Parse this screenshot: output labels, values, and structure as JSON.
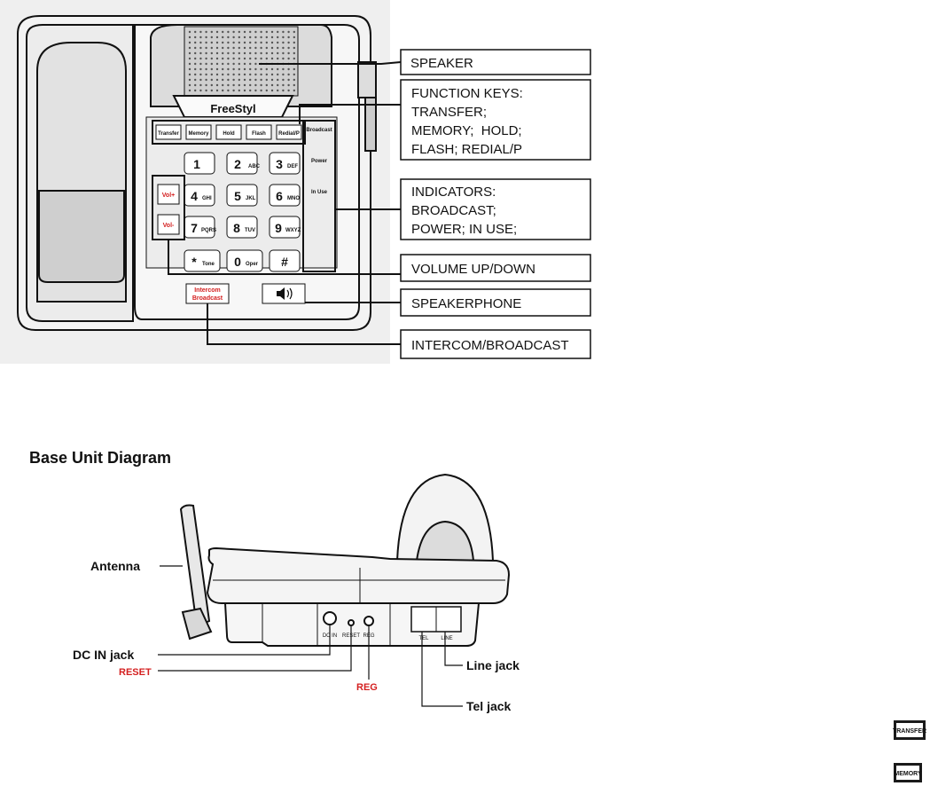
{
  "phone": {
    "brand": "FreeStyl",
    "function_keys": [
      "Transfer",
      "Memory",
      "Hold",
      "Flash",
      "Redial/P"
    ],
    "indicators": [
      "Broadcast",
      "Power",
      "In Use"
    ],
    "keypad": [
      {
        "digit": "1",
        "sub": ""
      },
      {
        "digit": "2",
        "sub": "ABC"
      },
      {
        "digit": "3",
        "sub": "DEF"
      },
      {
        "digit": "4",
        "sub": "GHI"
      },
      {
        "digit": "5",
        "sub": "JKL"
      },
      {
        "digit": "6",
        "sub": "MNO"
      },
      {
        "digit": "7",
        "sub": "PQRS"
      },
      {
        "digit": "8",
        "sub": "TUV"
      },
      {
        "digit": "9",
        "sub": "WXYZ"
      },
      {
        "digit": "*",
        "sub": "Tone"
      },
      {
        "digit": "0",
        "sub": "Oper"
      },
      {
        "digit": "#",
        "sub": ""
      }
    ],
    "vol_up": "Vol+",
    "vol_down": "Vol-",
    "intercom_line1": "Intercom",
    "intercom_line2": "Broadcast"
  },
  "callouts": {
    "speaker": "SPEAKER",
    "function_keys": [
      "FUNCTION KEYS:",
      "TRANSFER;",
      "MEMORY;  HOLD;",
      "FLASH; REDIAL/P"
    ],
    "indicators": [
      "INDICATORS:",
      "BROADCAST;",
      "POWER; IN USE;"
    ],
    "volume": "VOLUME UP/DOWN",
    "speakerphone": "SPEAKERPHONE",
    "intercom": "INTERCOM/BROADCAST"
  },
  "base": {
    "heading": "Base Unit Diagram",
    "antenna": "Antenna",
    "dc_in": "DC IN jack",
    "reset": "RESET",
    "reg": "REG",
    "line_jack": "Line jack",
    "tel_jack": "Tel jack",
    "port_dc": "DC IN",
    "port_reset": "RESET",
    "port_reg": "REG",
    "port_tel": "TEL",
    "port_line": "LINE"
  },
  "icons": {
    "transfer": "TRANSFER",
    "memory": "MEMORY"
  }
}
